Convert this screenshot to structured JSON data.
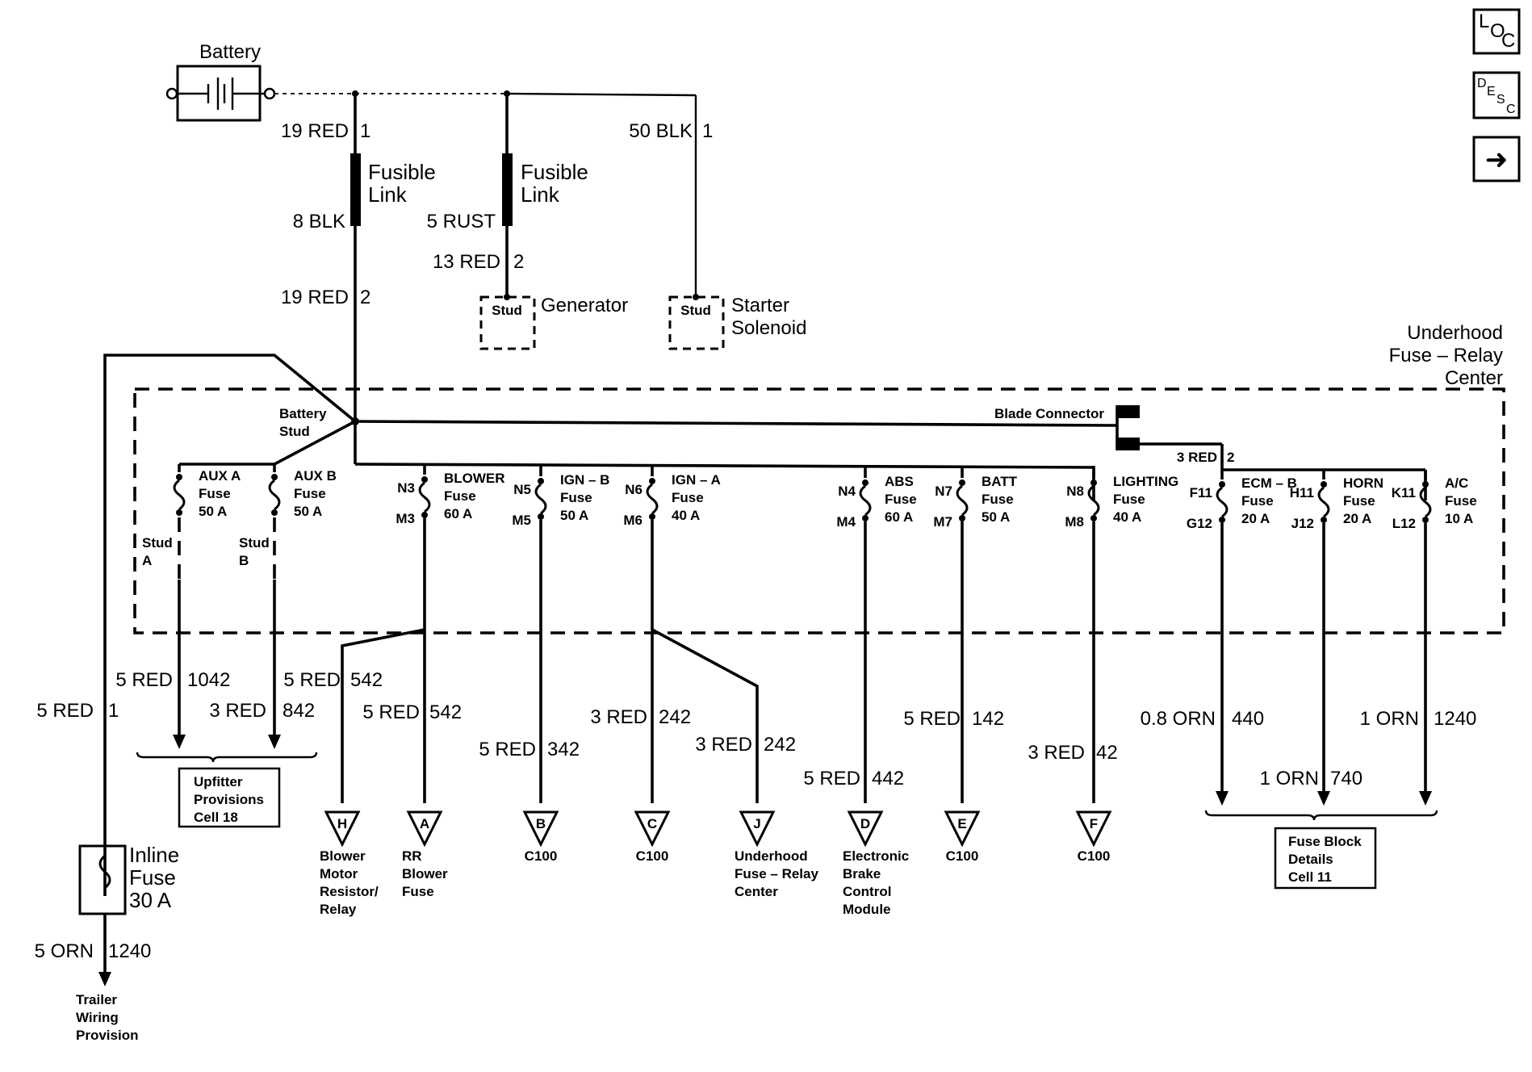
{
  "nav_buttons": {
    "loc": "LOC",
    "desc": "DESC",
    "next_glyph": "➜"
  },
  "battery": {
    "label": "Battery"
  },
  "wires": {
    "w_19red_1": {
      "gauge": "19 RED",
      "pin": "1"
    },
    "w_8blk": "8 BLK",
    "w_19red_2": {
      "gauge": "19 RED",
      "pin": "2"
    },
    "w_5rust": "5 RUST",
    "w_13red_2": {
      "gauge": "13 RED",
      "pin": "2"
    },
    "w_50blk_1": {
      "gauge": "50 BLK",
      "pin": "1"
    },
    "w_3red_2": {
      "gauge": "3 RED",
      "pin": "2"
    },
    "w_5red_1": {
      "gauge": "5 RED",
      "circuit": "1"
    },
    "w_5red_1042": {
      "gauge": "5 RED",
      "circuit": "1042"
    },
    "w_3red_842": {
      "gauge": "3 RED",
      "circuit": "842"
    },
    "w_5red_542a": {
      "gauge": "5 RED",
      "circuit": "542"
    },
    "w_5red_542b": {
      "gauge": "5 RED",
      "circuit": "542"
    },
    "w_5red_342": {
      "gauge": "5 RED",
      "circuit": "342"
    },
    "w_3red_242a": {
      "gauge": "3 RED",
      "circuit": "242"
    },
    "w_3red_242b": {
      "gauge": "3 RED",
      "circuit": "242"
    },
    "w_5red_442": {
      "gauge": "5 RED",
      "circuit": "442"
    },
    "w_5red_142": {
      "gauge": "5 RED",
      "circuit": "142"
    },
    "w_3red_42": {
      "gauge": "3 RED",
      "circuit": "42"
    },
    "w_08orn_440": {
      "gauge": "0.8 ORN",
      "circuit": "440"
    },
    "w_1orn_740": {
      "gauge": "1 ORN",
      "circuit": "740"
    },
    "w_1orn_1240": {
      "gauge": "1 ORN",
      "circuit": "1240"
    },
    "w_5orn_1240": {
      "gauge": "5 ORN",
      "circuit": "1240"
    }
  },
  "fusible_links": [
    {
      "line1": "Fusible",
      "line2": "Link"
    },
    {
      "line1": "Fusible",
      "line2": "Link"
    }
  ],
  "studs": {
    "generator": {
      "stud": "Stud",
      "label": "Generator"
    },
    "starter": {
      "stud": "Stud",
      "line1": "Starter",
      "line2": "Solenoid"
    }
  },
  "ufrc": {
    "title": [
      "Underhood",
      "Fuse – Relay",
      "Center"
    ],
    "battery_stud": [
      "Battery",
      "Stud"
    ],
    "blade_connector": "Blade Connector",
    "stud_a": [
      "Stud",
      "A"
    ],
    "stud_b": [
      "Stud",
      "B"
    ]
  },
  "fuses": [
    {
      "name": "AUX A",
      "kind": "Fuse",
      "rating": "50 A",
      "in": "",
      "out": ""
    },
    {
      "name": "AUX B",
      "kind": "Fuse",
      "rating": "50 A",
      "in": "",
      "out": ""
    },
    {
      "name": "BLOWER",
      "kind": "Fuse",
      "rating": "60 A",
      "in": "N3",
      "out": "M3"
    },
    {
      "name": "IGN – B",
      "kind": "Fuse",
      "rating": "50 A",
      "in": "N5",
      "out": "M5"
    },
    {
      "name": "IGN – A",
      "kind": "Fuse",
      "rating": "40 A",
      "in": "N6",
      "out": "M6"
    },
    {
      "name": "ABS",
      "kind": "Fuse",
      "rating": "60 A",
      "in": "N4",
      "out": "M4"
    },
    {
      "name": "BATT",
      "kind": "Fuse",
      "rating": "50 A",
      "in": "N7",
      "out": "M7"
    },
    {
      "name": "LIGHTING",
      "kind": "Fuse",
      "rating": "40 A",
      "in": "N8",
      "out": "M8"
    },
    {
      "name": "ECM – B",
      "kind": "Fuse",
      "rating": "20 A",
      "in": "F11",
      "out": "G12"
    },
    {
      "name": "HORN",
      "kind": "Fuse",
      "rating": "20 A",
      "in": "H11",
      "out": "J12"
    },
    {
      "name": "A/C",
      "kind": "Fuse",
      "rating": "10 A",
      "in": "K11",
      "out": "L12"
    }
  ],
  "connectors": [
    {
      "letter": "H",
      "desc": [
        "Blower",
        "Motor",
        "Resistor/",
        "Relay"
      ]
    },
    {
      "letter": "A",
      "desc": [
        "RR",
        "Blower",
        "Fuse"
      ]
    },
    {
      "letter": "B",
      "desc": [
        "C100"
      ]
    },
    {
      "letter": "C",
      "desc": [
        "C100"
      ]
    },
    {
      "letter": "J",
      "desc": [
        "Underhood",
        "Fuse – Relay",
        "Center"
      ]
    },
    {
      "letter": "D",
      "desc": [
        "Electronic",
        "Brake",
        "Control",
        "Module"
      ]
    },
    {
      "letter": "E",
      "desc": [
        "C100"
      ]
    },
    {
      "letter": "F",
      "desc": [
        "C100"
      ]
    }
  ],
  "refs": {
    "upfitter": [
      "Upfitter",
      "Provisions",
      "Cell 18"
    ],
    "fuse_block": [
      "Fuse Block",
      "Details",
      "Cell 11"
    ]
  },
  "inline_fuse": [
    "Inline",
    "Fuse",
    "30 A"
  ],
  "trailer": [
    "Trailer",
    "Wiring",
    "Provision"
  ]
}
